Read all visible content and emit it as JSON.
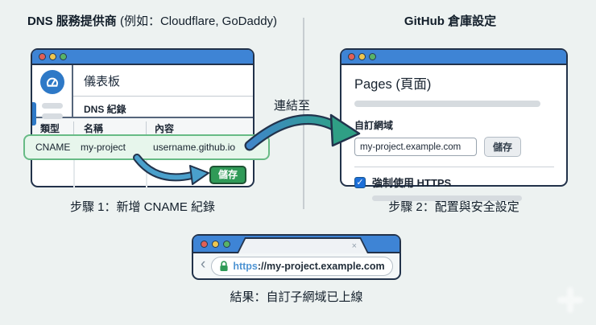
{
  "colors": {
    "background": "#edf2f1",
    "titlebar_blue": "#3e84d5",
    "window_border": "#22324a",
    "highlight_green_bg": "#e7f6ec",
    "highlight_green_border": "#67bb85",
    "save_green": "#2f9a57",
    "arrow_teal": "#2f9f85",
    "arrow_blue": "#3f86c9",
    "checkbox_blue": "#1d6fd8",
    "url_scheme_blue": "#4f94d3",
    "lock_green": "#2f9a57"
  },
  "left_section": {
    "title_main": "DNS 服務提供商",
    "title_note": " (例如：Cloudflare, GoDaddy)",
    "caption": "步驟 1：新增 CNAME 紀錄",
    "window": {
      "dashboard_title": "儀表板",
      "nav_item": "DNS 紀錄",
      "table": {
        "headers": [
          "類型",
          "名稱",
          "內容"
        ],
        "row": {
          "type": "CNAME",
          "name": "my-project",
          "content": "username.github.io"
        }
      },
      "save_button": "儲存"
    }
  },
  "connector": {
    "label": "連結至"
  },
  "right_section": {
    "title": "GitHub 倉庫設定",
    "caption": "步驟 2：配置與安全設定",
    "window": {
      "page_title": "Pages (頁面)",
      "field_label": "自訂網域",
      "field_value": "my-project.example.com",
      "save_button": "儲存",
      "checkbox_label": "強制使用 HTTPS",
      "checkbox_checked": true
    }
  },
  "result_section": {
    "caption": "結果：自訂子網域已上線",
    "browser": {
      "url_scheme": "https",
      "url_rest": "://my-project.example.com"
    }
  },
  "icons": {
    "check": "✓",
    "close": "×",
    "back": "‹"
  }
}
